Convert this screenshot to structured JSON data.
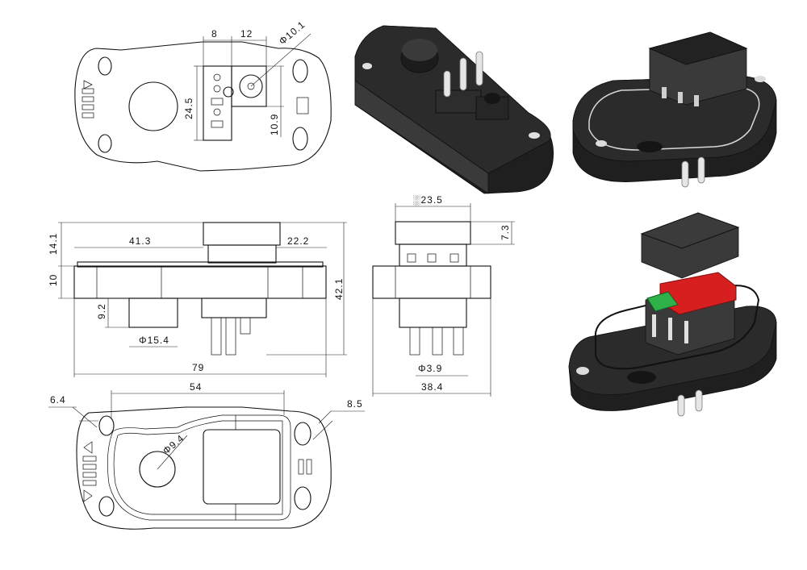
{
  "dimensions": {
    "top_view": {
      "a": "8",
      "b": "12",
      "c": "Φ10.1",
      "d": "24.5",
      "e": "10.9"
    },
    "front_view": {
      "a": "14.1",
      "b": "41.3",
      "c": "22.2",
      "d": "10",
      "e": "42.1",
      "f": "9.2",
      "g": "Φ15.4",
      "h": "79"
    },
    "side_view": {
      "a": "░23.5",
      "b": "7.3",
      "c": "Φ3.9",
      "d": "38.4"
    },
    "bottom_view": {
      "a": "54",
      "b": "6.4",
      "c": "8.5",
      "d": "Φ9.4"
    }
  },
  "colors": {
    "body": "#2b2b2b",
    "pin": "#e6e6e6",
    "contact_red": "#d81f1f",
    "contact_green": "#2fb14a",
    "line": "#111111"
  }
}
